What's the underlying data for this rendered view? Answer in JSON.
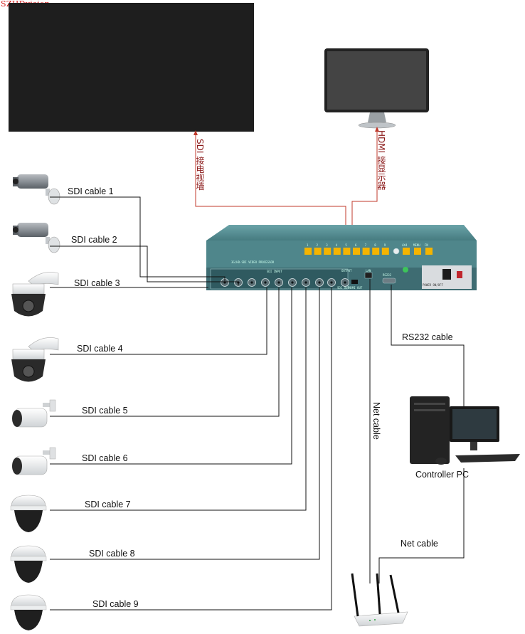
{
  "watermark": "SZHDvision",
  "processor": {
    "panel_title": "3G/HD-SDI VIDEO PROCESSOR",
    "input_label": "SDI INPUT",
    "output_label": "OUTPUT",
    "lan_label": "LAN",
    "rs232_label": "RS232",
    "power_label": "POWER ON/OFF",
    "sdi_out_label": "SDI OUT",
    "hdmi_out_label": "HDMI OUT",
    "button_numbers": [
      "1",
      "2",
      "3",
      "4",
      "5",
      "6",
      "7",
      "8",
      "9"
    ],
    "mode_labels": [
      "4X4",
      "MENU",
      "FN"
    ]
  },
  "outputs": {
    "tv_wall": "SDI 接电视墙",
    "monitor": "HDMI 接显示器"
  },
  "cables": [
    "SDI cable 1",
    "SDI cable 2",
    "SDI cable 3",
    "SDI cable 4",
    "SDI cable 5",
    "SDI cable 6",
    "SDI cable 7",
    "SDI cable 8",
    "SDI cable 9"
  ],
  "rs232_cable": "RS232 cable",
  "net_cable_vertical": "Net cable",
  "net_cable_pc": "Net cable",
  "controller_pc": "Controller PC",
  "colors": {
    "wire": "#111111",
    "output_wire": "#c0392b",
    "panel": "#4a7e84",
    "panel_dark": "#2f5a60",
    "button": "#f5b400"
  }
}
